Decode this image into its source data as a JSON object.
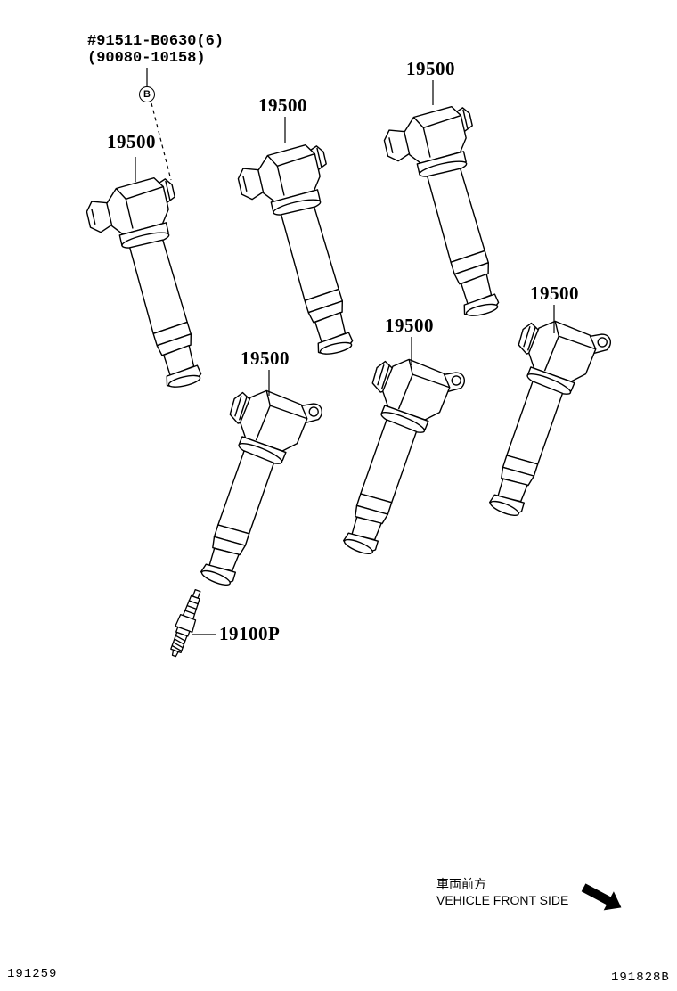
{
  "diagram": {
    "callouts": {
      "bolt_part_number": "#91511-B0630(6)",
      "bolt_alt_number": "(90080-10158)",
      "bolt_marker": "B"
    },
    "parts": [
      {
        "id": "coil-1",
        "label": "19500"
      },
      {
        "id": "coil-2",
        "label": "19500"
      },
      {
        "id": "coil-3",
        "label": "19500"
      },
      {
        "id": "coil-4",
        "label": "19500"
      },
      {
        "id": "coil-5",
        "label": "19500"
      },
      {
        "id": "coil-6",
        "label": "19500"
      },
      {
        "id": "spark-plug",
        "label": "19100P"
      }
    ],
    "orientation": {
      "japanese": "車両前方",
      "english": "VEHICLE FRONT SIDE"
    },
    "codes": {
      "left": "191259",
      "right": "191828B"
    }
  }
}
